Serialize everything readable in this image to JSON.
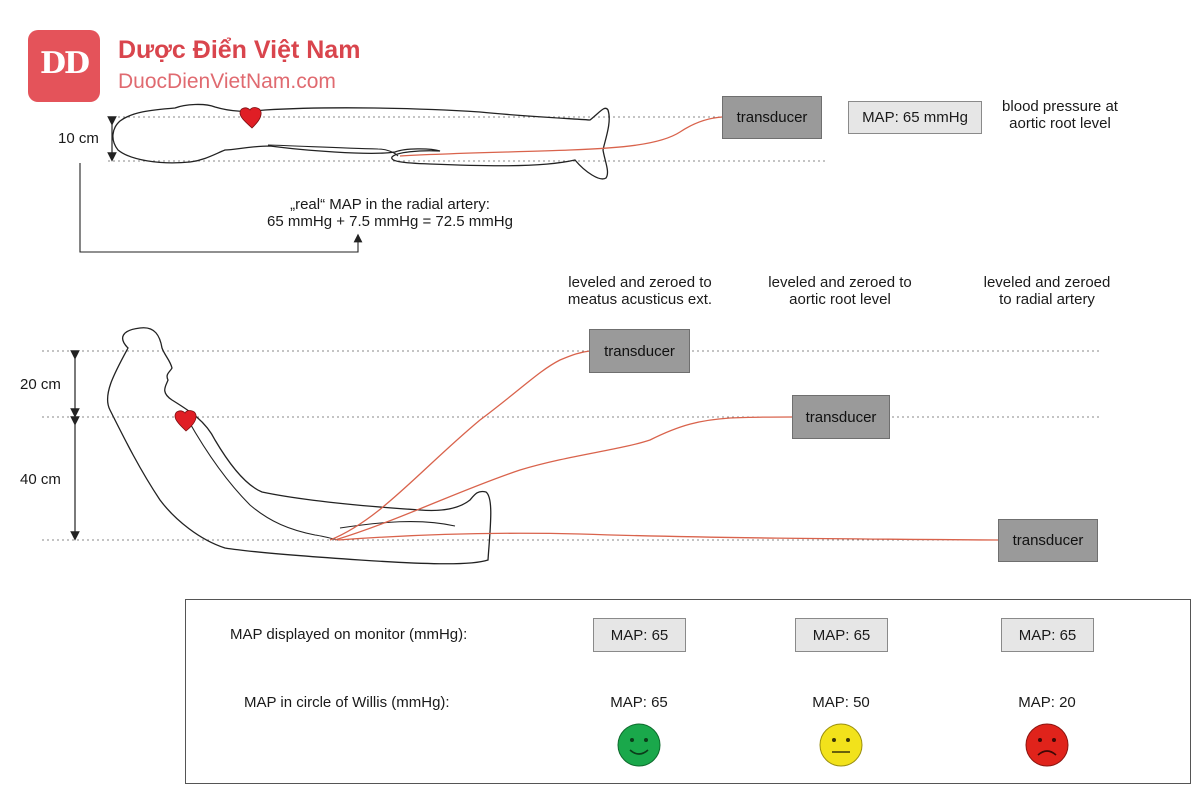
{
  "logo": {
    "monogram": "DD",
    "name": "Dược Điển Việt Nam",
    "url": "DuocDienVietNam.com"
  },
  "top_panel": {
    "height_label": "10 cm",
    "transducer_label": "transducer",
    "map_box": "MAP: 65 mmHg",
    "annotation_line1": "blood pressure at",
    "annotation_line2": "aortic root level",
    "real_map_line1": "„real“ MAP in the radial artery:",
    "real_map_line2": "65 mmHg + 7.5 mmHg = 72.5 mmHg"
  },
  "bottom_panel": {
    "height_label_upper": "20 cm",
    "height_label_lower": "40 cm",
    "columns": [
      {
        "heading_line1": "leveled and zeroed to",
        "heading_line2": "meatus acusticus ext.",
        "transducer_label": "transducer",
        "monitor_map": "MAP: 65",
        "willis_map": "MAP: 65",
        "status": "happy",
        "face_color": "#1aa84b"
      },
      {
        "heading_line1": "leveled and zeroed to",
        "heading_line2": "aortic root level",
        "transducer_label": "transducer",
        "monitor_map": "MAP: 65",
        "willis_map": "MAP: 50",
        "status": "neutral",
        "face_color": "#f2e21b"
      },
      {
        "heading_line1": "leveled and zeroed",
        "heading_line2": "to radial artery",
        "transducer_label": "transducer",
        "monitor_map": "MAP: 65",
        "willis_map": "MAP: 20",
        "status": "sad",
        "face_color": "#e0231b"
      }
    ]
  },
  "table": {
    "row1_label": "MAP displayed on monitor (mmHg):",
    "row2_label": "MAP in circle of Willis (mmHg):"
  },
  "colors": {
    "tube": "#d9634c",
    "heart": "#e01e25",
    "transducer_fill": "#9a9a9a",
    "map_box_fill": "#e6e6e6"
  }
}
